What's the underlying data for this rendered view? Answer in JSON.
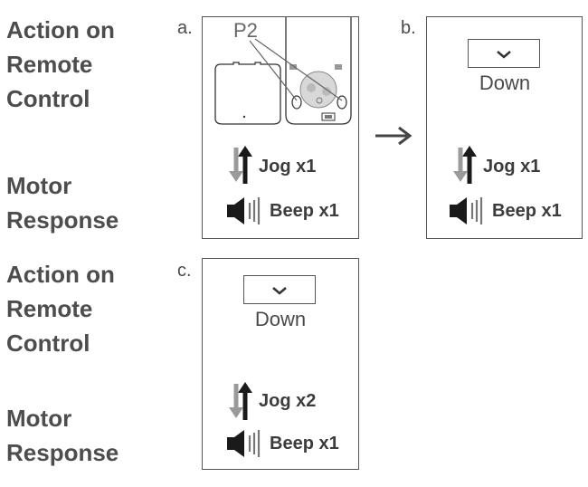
{
  "labels": {
    "action_1": "Action on\nRemote\nControl",
    "motor_1": "Motor\nResponse",
    "action_2": "Action on\nRemote\nControl",
    "motor_2": "Motor\nResponse"
  },
  "steps": {
    "a": {
      "letter": "a.",
      "callout": "P2",
      "jog": "Jog x1",
      "beep": "Beep x1"
    },
    "b": {
      "letter": "b.",
      "button": "Down",
      "jog": "Jog x1",
      "beep": "Beep x1"
    },
    "c": {
      "letter": "c.",
      "button": "Down",
      "jog": "Jog x2",
      "beep": "Beep x1"
    }
  },
  "icons": [
    "jog-arrows-icon",
    "speaker-beep-icon",
    "chevron-down-icon",
    "right-arrow-icon"
  ]
}
